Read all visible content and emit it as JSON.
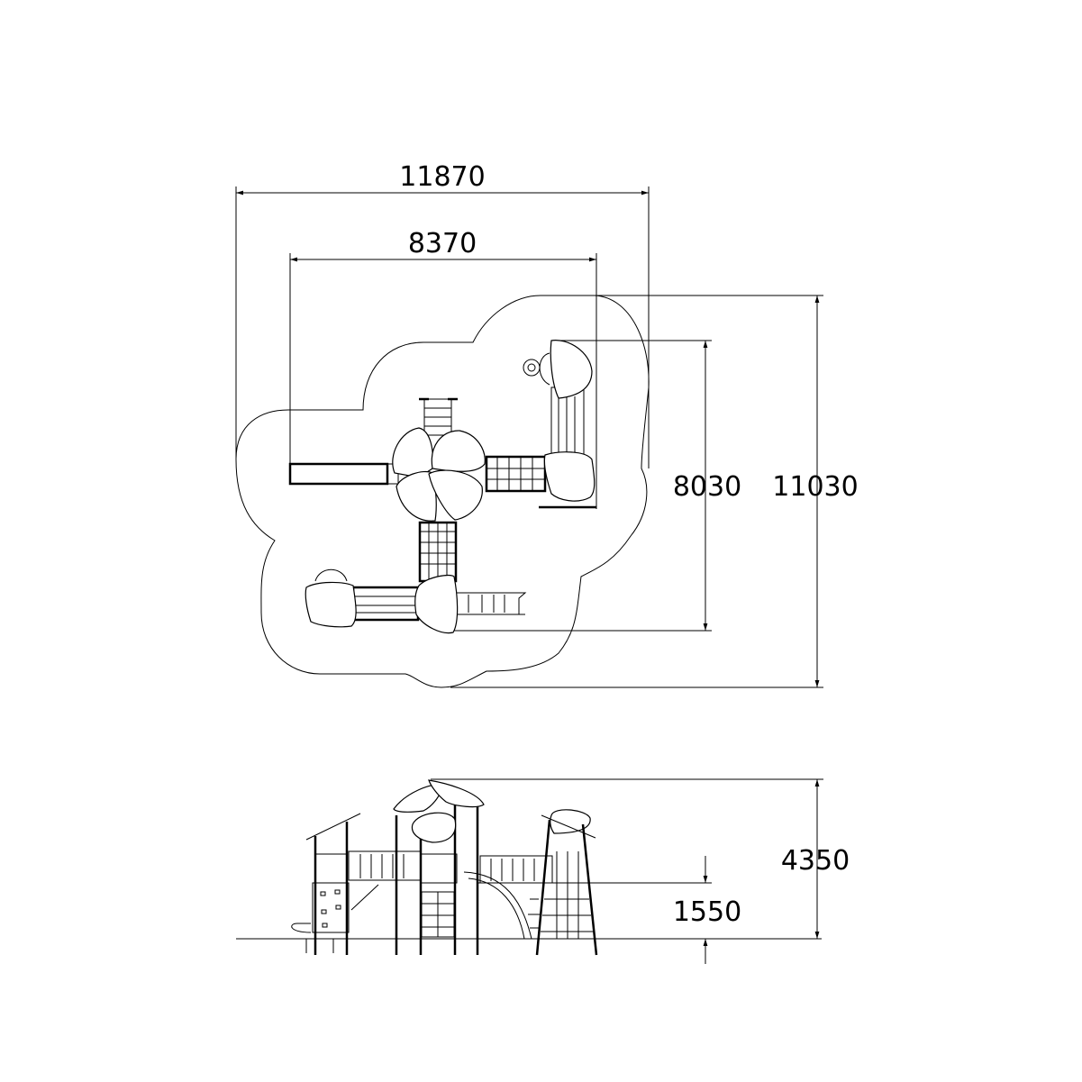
{
  "drawing": {
    "plan_view": {
      "overall_width": "11870",
      "inner_width": "8370",
      "inner_depth": "8030",
      "overall_depth": "11030"
    },
    "elevation_view": {
      "overall_height": "4350",
      "platform_height": "1550"
    },
    "line_color": "#000000",
    "background_color": "#ffffff"
  }
}
